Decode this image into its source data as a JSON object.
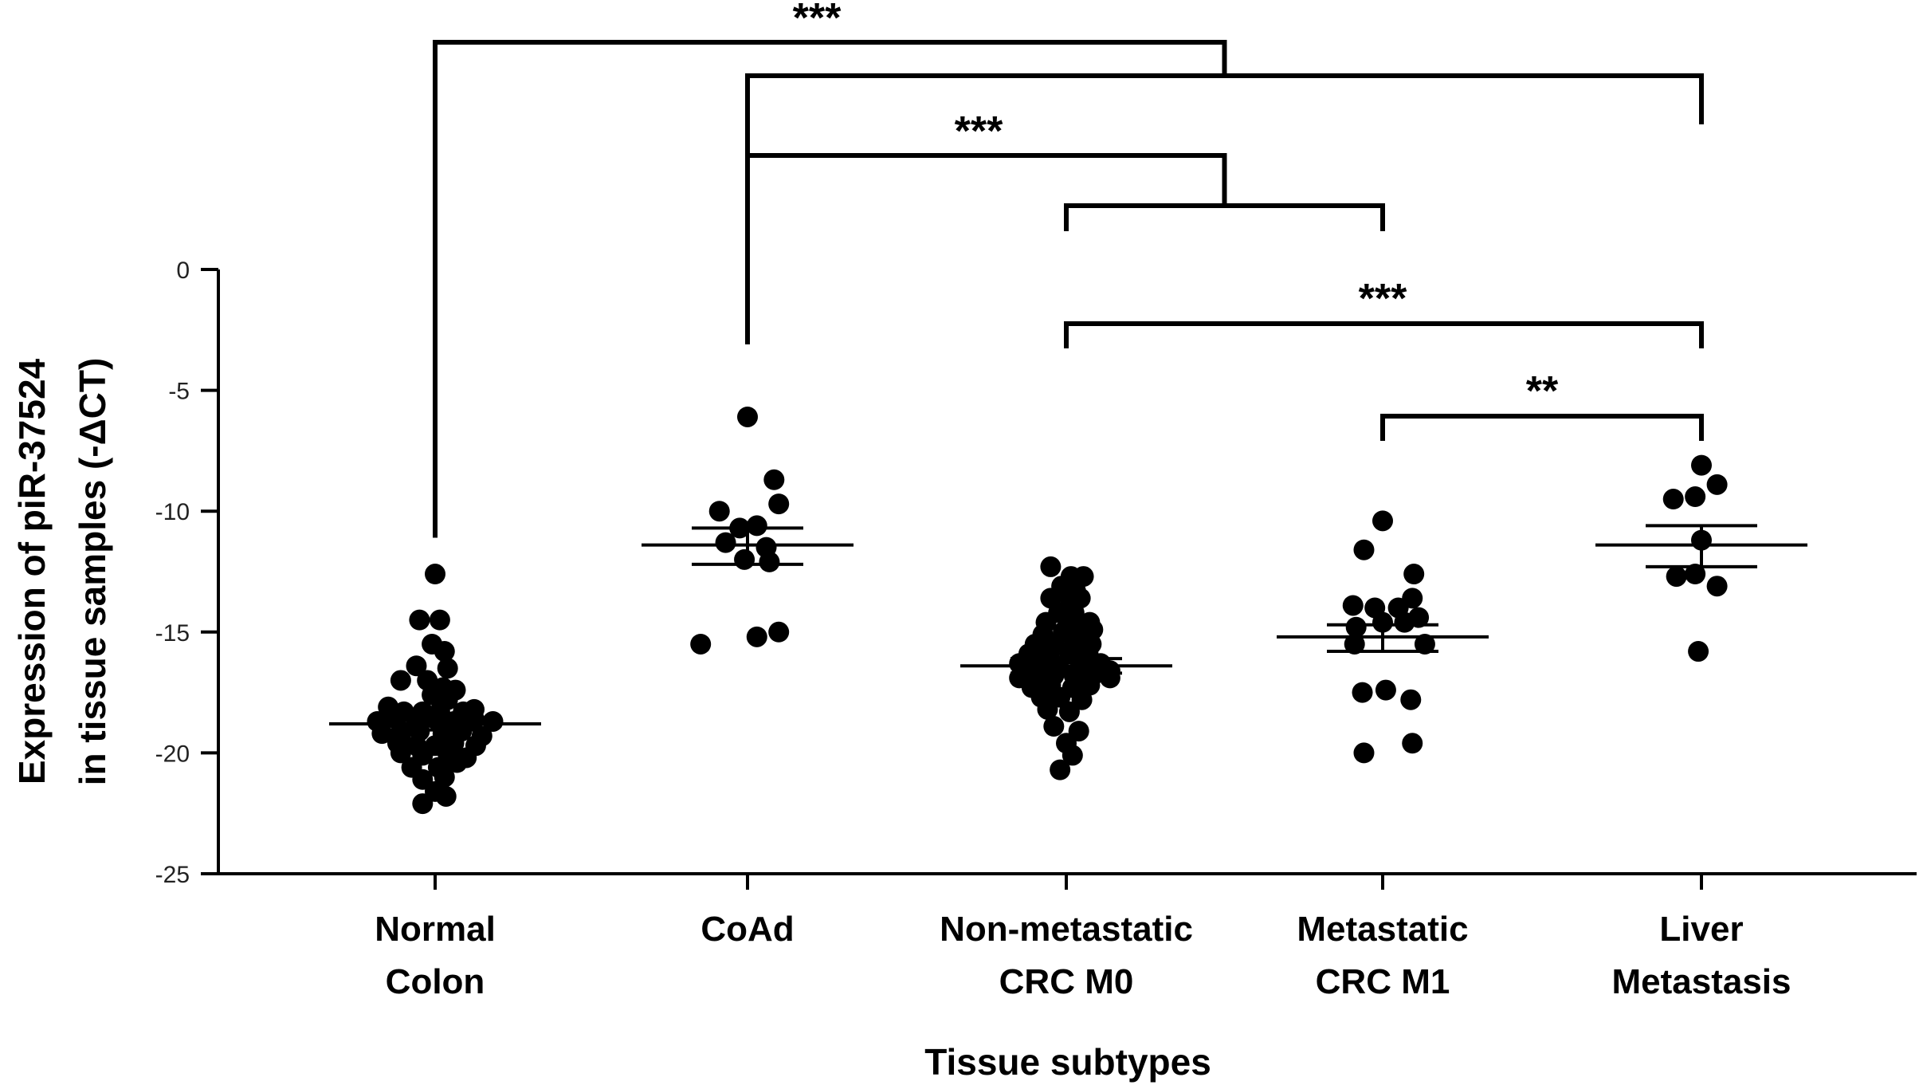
{
  "chart_data": {
    "type": "scatter",
    "xlabel": "Tissue subtypes",
    "ylabel_lines": [
      "Expression of piR-37524",
      "in tissue samples (-ΔCT)"
    ],
    "ylim": [
      -25,
      0
    ],
    "yticks": [
      0,
      -5,
      -10,
      -15,
      -20,
      -25
    ],
    "ytick_labels": [
      "0",
      "-5",
      "-10",
      "-15",
      "-20",
      "-25"
    ],
    "categories": [
      {
        "lines": [
          "Normal",
          "Colon"
        ]
      },
      {
        "lines": [
          "CoAd"
        ]
      },
      {
        "lines": [
          "Non-metastatic",
          "CRC M0"
        ]
      },
      {
        "lines": [
          "Metastatic",
          "CRC M1"
        ]
      },
      {
        "lines": [
          "Liver",
          "Metastasis"
        ]
      }
    ],
    "groups": [
      {
        "mean": -18.8,
        "sem_low": -19.05,
        "sem_high": -18.55,
        "points": [
          [
            0,
            -12.6
          ],
          [
            -0.1,
            -14.5
          ],
          [
            0.03,
            -14.5
          ],
          [
            -0.02,
            -15.5
          ],
          [
            0.06,
            -15.8
          ],
          [
            -0.12,
            -16.4
          ],
          [
            0.08,
            -16.5
          ],
          [
            -0.22,
            -17.0
          ],
          [
            -0.05,
            -17.0
          ],
          [
            0.05,
            -17.3
          ],
          [
            0.13,
            -17.4
          ],
          [
            -0.02,
            -17.6
          ],
          [
            0.08,
            -17.8
          ],
          [
            -0.3,
            -18.1
          ],
          [
            -0.2,
            -18.3
          ],
          [
            -0.08,
            -18.3
          ],
          [
            0.03,
            -18.3
          ],
          [
            0.18,
            -18.3
          ],
          [
            0.25,
            -18.2
          ],
          [
            -0.37,
            -18.7
          ],
          [
            -0.25,
            -18.6
          ],
          [
            -0.12,
            -18.7
          ],
          [
            0.0,
            -18.6
          ],
          [
            0.12,
            -18.7
          ],
          [
            0.25,
            -18.6
          ],
          [
            0.37,
            -18.7
          ],
          [
            -0.34,
            -19.2
          ],
          [
            -0.22,
            -19.2
          ],
          [
            -0.1,
            -19.1
          ],
          [
            0.05,
            -19.2
          ],
          [
            0.17,
            -19.1
          ],
          [
            0.3,
            -19.3
          ],
          [
            -0.24,
            -19.6
          ],
          [
            -0.12,
            -19.7
          ],
          [
            0.0,
            -19.7
          ],
          [
            0.12,
            -19.6
          ],
          [
            0.26,
            -19.7
          ],
          [
            -0.22,
            -20.0
          ],
          [
            -0.08,
            -20.1
          ],
          [
            0.08,
            -20.0
          ],
          [
            0.2,
            -20.2
          ],
          [
            -0.15,
            -20.6
          ],
          [
            0.02,
            -20.6
          ],
          [
            0.14,
            -20.4
          ],
          [
            -0.08,
            -21.1
          ],
          [
            0.06,
            -21.0
          ],
          [
            0.0,
            -21.6
          ],
          [
            0.07,
            -21.8
          ],
          [
            -0.08,
            -22.1
          ]
        ]
      },
      {
        "mean": -11.4,
        "sem_low": -12.2,
        "sem_high": -10.7,
        "points": [
          [
            0.0,
            -6.1
          ],
          [
            0.17,
            -8.7
          ],
          [
            -0.18,
            -10.0
          ],
          [
            0.2,
            -9.7
          ],
          [
            -0.05,
            -10.7
          ],
          [
            0.06,
            -10.6
          ],
          [
            -0.14,
            -11.3
          ],
          [
            0.12,
            -11.5
          ],
          [
            -0.02,
            -12.0
          ],
          [
            0.14,
            -12.1
          ],
          [
            -0.3,
            -15.5
          ],
          [
            0.06,
            -15.2
          ],
          [
            0.2,
            -15.0
          ]
        ]
      },
      {
        "mean": -16.4,
        "sem_low": -16.7,
        "sem_high": -16.1,
        "points": [
          [
            -0.1,
            -12.3
          ],
          [
            0.03,
            -12.7
          ],
          [
            0.11,
            -12.7
          ],
          [
            -0.03,
            -13.1
          ],
          [
            0.06,
            -13.3
          ],
          [
            -0.1,
            -13.6
          ],
          [
            0.02,
            -13.6
          ],
          [
            0.09,
            -13.6
          ],
          [
            -0.05,
            -14.2
          ],
          [
            0.05,
            -14.2
          ],
          [
            -0.13,
            -14.6
          ],
          [
            0.02,
            -14.6
          ],
          [
            0.15,
            -14.6
          ],
          [
            -0.15,
            -15.1
          ],
          [
            -0.02,
            -15.0
          ],
          [
            0.1,
            -15.0
          ],
          [
            0.17,
            -14.9
          ],
          [
            -0.2,
            -15.5
          ],
          [
            -0.08,
            -15.5
          ],
          [
            0.05,
            -15.5
          ],
          [
            0.16,
            -15.5
          ],
          [
            -0.24,
            -15.9
          ],
          [
            -0.11,
            -15.9
          ],
          [
            0.02,
            -15.9
          ],
          [
            0.14,
            -15.9
          ],
          [
            -0.3,
            -16.3
          ],
          [
            -0.18,
            -16.3
          ],
          [
            -0.05,
            -16.4
          ],
          [
            0.09,
            -16.3
          ],
          [
            0.22,
            -16.3
          ],
          [
            0.28,
            -16.6
          ],
          [
            -0.3,
            -16.9
          ],
          [
            -0.2,
            -16.8
          ],
          [
            -0.08,
            -16.8
          ],
          [
            0.05,
            -16.8
          ],
          [
            0.17,
            -16.8
          ],
          [
            0.28,
            -16.9
          ],
          [
            -0.22,
            -17.3
          ],
          [
            -0.1,
            -17.2
          ],
          [
            0.04,
            -17.3
          ],
          [
            0.15,
            -17.2
          ],
          [
            -0.16,
            -17.7
          ],
          [
            -0.04,
            -17.7
          ],
          [
            0.1,
            -17.8
          ],
          [
            -0.12,
            -18.2
          ],
          [
            0.02,
            -18.3
          ],
          [
            -0.08,
            -18.9
          ],
          [
            0.08,
            -19.1
          ],
          [
            0.0,
            -19.6
          ],
          [
            0.04,
            -20.1
          ],
          [
            -0.04,
            -20.7
          ]
        ]
      },
      {
        "mean": -15.2,
        "sem_low": -15.8,
        "sem_high": -14.7,
        "points": [
          [
            -0.12,
            -11.6
          ],
          [
            0.2,
            -12.6
          ],
          [
            0.0,
            -10.4
          ],
          [
            -0.19,
            -13.9
          ],
          [
            -0.05,
            -14.0
          ],
          [
            0.1,
            -14.0
          ],
          [
            0.19,
            -13.6
          ],
          [
            -0.17,
            -14.8
          ],
          [
            0.0,
            -14.6
          ],
          [
            0.14,
            -14.6
          ],
          [
            0.23,
            -14.4
          ],
          [
            -0.18,
            -15.5
          ],
          [
            0.27,
            -15.5
          ],
          [
            -0.13,
            -17.5
          ],
          [
            0.02,
            -17.4
          ],
          [
            0.18,
            -17.8
          ],
          [
            -0.12,
            -20.0
          ],
          [
            0.19,
            -19.6
          ]
        ]
      },
      {
        "mean": -11.4,
        "sem_low": -12.3,
        "sem_high": -10.6,
        "points": [
          [
            0.0,
            -8.1
          ],
          [
            0.1,
            -8.9
          ],
          [
            -0.18,
            -9.5
          ],
          [
            -0.04,
            -9.4
          ],
          [
            0.0,
            -11.2
          ],
          [
            -0.16,
            -12.7
          ],
          [
            -0.04,
            -12.6
          ],
          [
            0.1,
            -13.1
          ],
          [
            -0.02,
            -15.8
          ]
        ]
      }
    ],
    "significance": [
      {
        "label": "***",
        "from": 0,
        "to_from": 1,
        "to_to": 4
      },
      {
        "label": "***",
        "from": 1,
        "to_from": 2,
        "to_to": 3
      },
      {
        "label": "***",
        "from": 2,
        "to": 4
      },
      {
        "label": "**",
        "from": 3,
        "to": 4
      }
    ],
    "grid": false,
    "legend": "none"
  }
}
